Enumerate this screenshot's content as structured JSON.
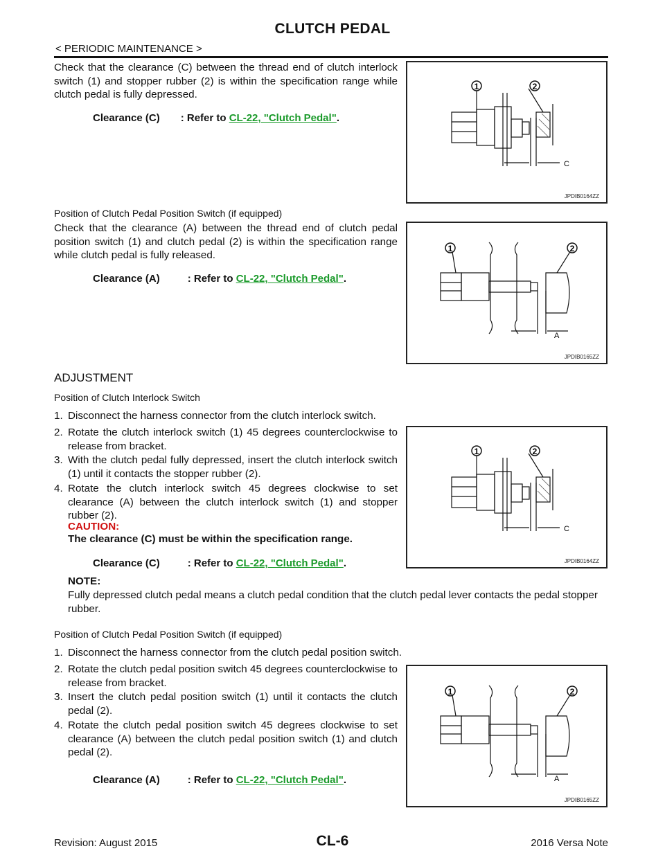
{
  "header": {
    "title": "CLUTCH PEDAL",
    "breadcrumb": "< PERIODIC MAINTENANCE >"
  },
  "section1": {
    "para": "Check that the clearance (C) between the thread end of clutch interlock switch (1) and stopper rubber (2) is within the specification range while clutch pedal is fully depressed.",
    "spec": {
      "label": "Clearance (C)",
      "refer": ": Refer to",
      "link": "CL-22, \"Clutch Pedal\"",
      "end": "."
    },
    "figure": {
      "code": "JPDIB0164ZZ",
      "callout1": "1",
      "callout2": "2",
      "letter": "C"
    }
  },
  "section2": {
    "subheading": "Position of Clutch Pedal Position Switch (if equipped)",
    "para": "Check that the clearance (A) between the thread end of clutch pedal position switch (1) and clutch pedal (2) is within the specification range while clutch pedal is fully released.",
    "spec": {
      "label": "Clearance (A)",
      "refer": ": Refer to",
      "link": "CL-22, \"Clutch Pedal\"",
      "end": "."
    },
    "figure": {
      "code": "JPDIB0165ZZ",
      "callout1": "1",
      "callout2": "2",
      "letter": "A"
    }
  },
  "adjustment": {
    "heading": "ADJUSTMENT",
    "subheading1": "Position of Clutch Interlock Switch",
    "steps1": [
      {
        "num": "1.",
        "text": "Disconnect the harness connector from the clutch interlock switch."
      },
      {
        "num": "2.",
        "text": "Rotate the clutch interlock switch (1) 45 degrees counterclockwise to release from bracket."
      },
      {
        "num": "3.",
        "text": "With the clutch pedal fully depressed, insert the clutch interlock switch (1) until it contacts the stopper rubber (2)."
      },
      {
        "num": "4.",
        "text": "Rotate the clutch interlock switch 45 degrees clockwise to set clearance (A) between the clutch interlock switch (1) and stopper rubber (2)."
      }
    ],
    "caution_label": "CAUTION:",
    "caution_text": "The clearance (C) must be within the specification range.",
    "spec1": {
      "label": "Clearance (C)",
      "refer": ": Refer to",
      "link": "CL-22, \"Clutch Pedal\"",
      "end": "."
    },
    "figure1": {
      "code": "JPDIB0164ZZ",
      "callout1": "1",
      "callout2": "2",
      "letter": "C"
    },
    "note_label": "NOTE:",
    "note_text": "Fully depressed clutch pedal means a clutch pedal condition that the clutch pedal lever contacts the pedal stopper rubber.",
    "subheading2": "Position of Clutch Pedal Position Switch (if equipped)",
    "steps2": [
      {
        "num": "1.",
        "text": "Disconnect the harness connector from the clutch pedal position switch."
      },
      {
        "num": "2.",
        "text": "Rotate the clutch pedal position switch 45 degrees counterclockwise to release from bracket."
      },
      {
        "num": "3.",
        "text": "Insert the clutch pedal position switch (1) until it contacts the clutch pedal (2)."
      },
      {
        "num": "4.",
        "text": "Rotate the clutch pedal position switch 45 degrees clockwise to set clearance (A) between the clutch pedal position switch (1) and clutch pedal (2)."
      }
    ],
    "spec2": {
      "label": "Clearance (A)",
      "refer": ": Refer to",
      "link": "CL-22, \"Clutch Pedal\"",
      "end": "."
    },
    "figure2": {
      "code": "JPDIB0165ZZ",
      "callout1": "1",
      "callout2": "2",
      "letter": "A"
    }
  },
  "footer": {
    "revision": "Revision: August 2015",
    "page": "CL-6",
    "model": "2016 Versa Note"
  }
}
